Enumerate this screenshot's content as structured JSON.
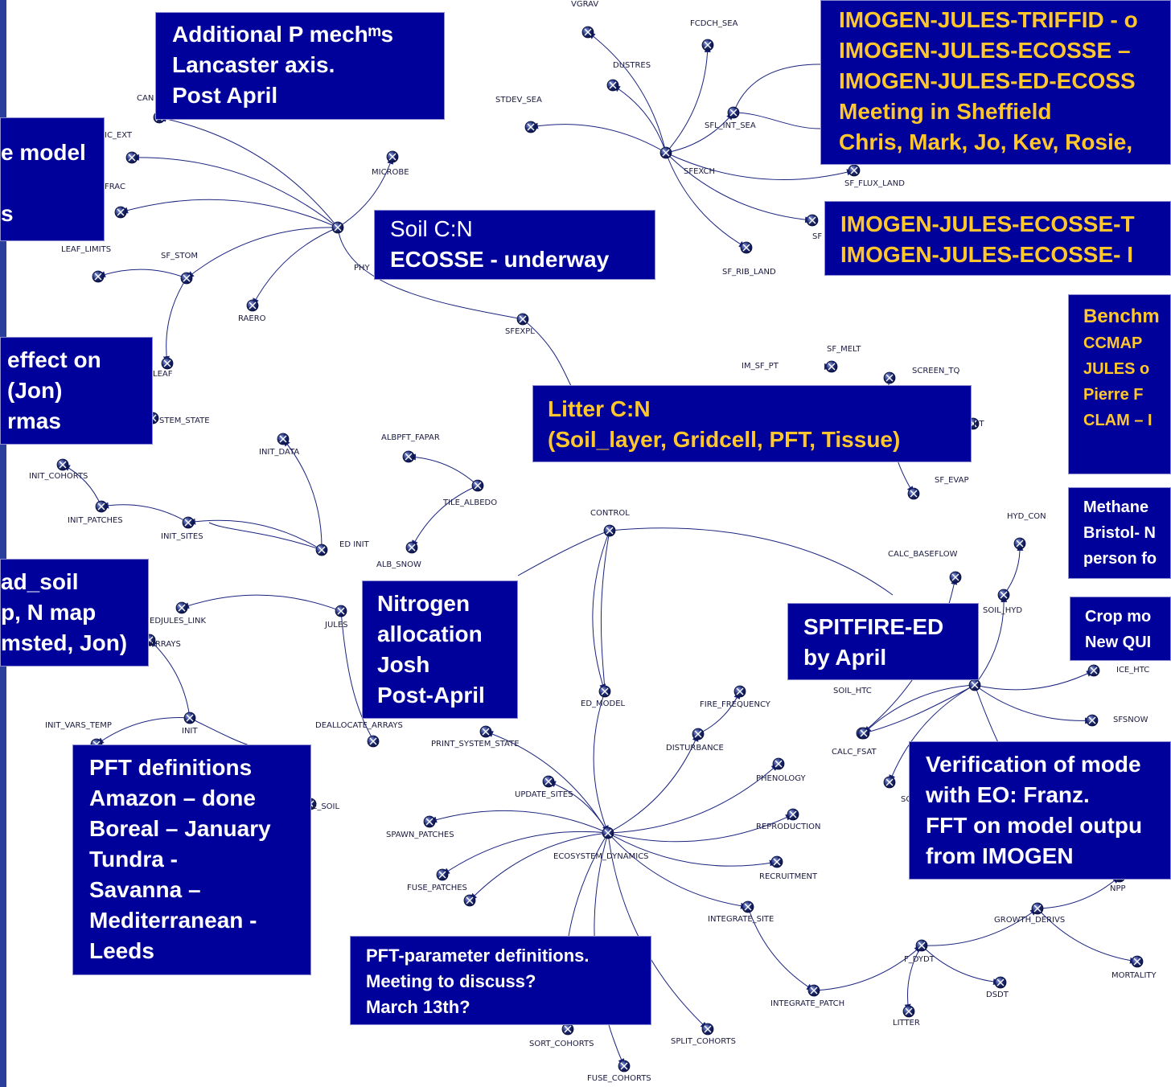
{
  "nodes": [
    {
      "id": "vgrav",
      "label": "VGRAV"
    },
    {
      "id": "fcdch_sea",
      "label": "FCDCH_SEA"
    },
    {
      "id": "dustres",
      "label": "DUSTRES"
    },
    {
      "id": "stdev_sea",
      "label": "STDEV_SEA"
    },
    {
      "id": "sfl_int_sea",
      "label": "SFL_INT_SEA"
    },
    {
      "id": "sfexch",
      "label": "SFEXCH"
    },
    {
      "id": "sf_flux_land",
      "label": "SF_FLUX_LAND"
    },
    {
      "id": "sf_rib_land",
      "label": "SF_RIB_LAND"
    },
    {
      "id": "sfexpl",
      "label": "SFEXPL"
    },
    {
      "id": "microbe",
      "label": "MICROBE"
    },
    {
      "id": "phy",
      "label": "PHY"
    },
    {
      "id": "raero",
      "label": "RAERO"
    },
    {
      "id": "leaf_limits",
      "label": "LEAF_LIMITS"
    },
    {
      "id": "stom",
      "label": "SF_STOM"
    },
    {
      "id": "ic_ext",
      "label": "IC_EXT"
    },
    {
      "id": "frac",
      "label": "FRAC"
    },
    {
      "id": "can",
      "label": "CAN"
    },
    {
      "id": "leaf",
      "label": "LEAF"
    },
    {
      "id": "stem_state",
      "label": "STEM_STATE"
    },
    {
      "id": "init_data",
      "label": "INIT_DATA"
    },
    {
      "id": "init_cohorts",
      "label": "INIT_COHORTS"
    },
    {
      "id": "init_patches",
      "label": "INIT_PATCHES"
    },
    {
      "id": "init_sites",
      "label": "INIT_SITES"
    },
    {
      "id": "ed_init",
      "label": "ED INIT"
    },
    {
      "id": "albpft_fapar",
      "label": "ALBPFT_FAPAR"
    },
    {
      "id": "tile_albedo",
      "label": "TILE_ALBEDO"
    },
    {
      "id": "alb_snow",
      "label": "ALB_SNOW"
    },
    {
      "id": "control",
      "label": "CONTROL"
    },
    {
      "id": "edjules_link",
      "label": "EDJULES_LINK"
    },
    {
      "id": "arrays",
      "label": "ARRAYS"
    },
    {
      "id": "jules",
      "label": "JULES"
    },
    {
      "id": "init_vars_temp",
      "label": "INIT_VARS_TEMP"
    },
    {
      "id": "init",
      "label": "INIT"
    },
    {
      "id": "e_soil",
      "label": "E_SOIL"
    },
    {
      "id": "deallocate_arrays",
      "label": "DEALLOCATE_ARRAYS"
    },
    {
      "id": "ed_model",
      "label": "ED_MODEL"
    },
    {
      "id": "print_system_state",
      "label": "PRINT_SYSTEM_STATE"
    },
    {
      "id": "fire_frequency",
      "label": "FIRE_FREQUENCY"
    },
    {
      "id": "disturbance",
      "label": "DISTURBANCE"
    },
    {
      "id": "phenology",
      "label": "PHENOLOGY"
    },
    {
      "id": "update_sites",
      "label": "UPDATE_SITES"
    },
    {
      "id": "spawn_patches",
      "label": "SPAWN_PATCHES"
    },
    {
      "id": "reproduction",
      "label": "REPRODUCTION"
    },
    {
      "id": "eco_dyn",
      "label": "ECOSYSTEM_DYNAMICS"
    },
    {
      "id": "recruitment",
      "label": "RECRUITMENT"
    },
    {
      "id": "fuse_patches",
      "label": "FUSE_PATCHES"
    },
    {
      "id": "eco_child1",
      "label": ""
    },
    {
      "id": "integrate_site",
      "label": "INTEGRATE_SITE"
    },
    {
      "id": "integrate_patch",
      "label": "INTEGRATE_PATCH"
    },
    {
      "id": "f_dydt",
      "label": "F_DYDT"
    },
    {
      "id": "growth_derivs",
      "label": "GROWTH_DERIVS"
    },
    {
      "id": "dsdt",
      "label": "DSDT"
    },
    {
      "id": "litter",
      "label": "LITTER"
    },
    {
      "id": "mortality",
      "label": "MORTALITY"
    },
    {
      "id": "npp",
      "label": "NPP"
    },
    {
      "id": "sort_cohorts",
      "label": "SORT_COHORTS"
    },
    {
      "id": "split_cohorts",
      "label": "SPLIT_COHORTS"
    },
    {
      "id": "fuse_cohorts",
      "label": "FUSE_COHORTS"
    },
    {
      "id": "sf_melt",
      "label": "SF_MELT"
    },
    {
      "id": "im_sf_pt",
      "label": "IM_SF_PT"
    },
    {
      "id": "screen_tq",
      "label": "SCREEN_TQ"
    },
    {
      "id": "sf_evap",
      "label": "SF_EVAP"
    },
    {
      "id": "ht",
      "label": "HT"
    },
    {
      "id": "hyd_con",
      "label": "HYD_CON"
    },
    {
      "id": "calc_baseflow",
      "label": "CALC_BASEFLOW"
    },
    {
      "id": "soil_hyd",
      "label": "SOIL_HYD"
    },
    {
      "id": "soil_htc",
      "label": "SOIL_HTC"
    },
    {
      "id": "ice_htc",
      "label": "ICE_HTC"
    },
    {
      "id": "sfsnow",
      "label": "SFSNOW"
    },
    {
      "id": "calc_fsat",
      "label": "CALC_FSAT"
    },
    {
      "id": "so",
      "label": "SO"
    },
    {
      "id": "hydrol",
      "label": ""
    },
    {
      "id": "sf_imp",
      "label": "SF"
    }
  ],
  "boxes": {
    "b_pmech": [
      "Additional P mechᵐs",
      "Lancaster axis.",
      "Post April"
    ],
    "b_imogen1": [
      "IMOGEN-JULES-TRIFFID - o",
      "IMOGEN-JULES-ECOSSE –",
      "IMOGEN-JULES-ED-ECOSS",
      "Meeting in Sheffield",
      "Chris, Mark, Jo, Kev, Rosie,"
    ],
    "b_emodel": [
      "e model",
      "",
      "s"
    ],
    "b_soilcn": [
      "Soil C:N",
      "ECOSSE - underway"
    ],
    "b_imogen2": [
      "IMOGEN-JULES-ECOSSE-T",
      "IMOGEN-JULES-ECOSSE- I"
    ],
    "b_effect": [
      "effect on",
      "(Jon)",
      "rmas"
    ],
    "b_bench": [
      "Benchm",
      "CCMAP",
      "JULES o",
      "Pierre F",
      "CLAM – I"
    ],
    "b_litter": [
      "Litter C:N",
      "(Soil_layer, Gridcell, PFT, Tissue)"
    ],
    "b_methane": [
      "Methane",
      "Bristol- N",
      "person fo"
    ],
    "b_adsoil": [
      "ad_soil",
      "p, N map",
      "msted, Jon)"
    ],
    "b_nalloc": [
      "Nitrogen",
      "allocation",
      "Josh",
      "Post-April"
    ],
    "b_spitfire": [
      "SPITFIRE-ED",
      "by April"
    ],
    "b_crop": [
      "Crop mo",
      "New QUI"
    ],
    "b_pftdef": [
      "PFT definitions",
      "Amazon – done",
      "Boreal – January",
      "Tundra -",
      "Savanna –",
      "Mediterranean -",
      "Leeds"
    ],
    "b_verif": [
      "Verification of mode",
      "with EO: Franz.",
      "FFT on model outpu",
      "from IMOGEN"
    ],
    "b_pftparam": [
      "PFT-parameter definitions.",
      "Meeting to discuss?",
      "March 13th?"
    ]
  },
  "colors": {
    "box_bg": "#00009a",
    "highlight_text": "#ffc72c",
    "node": "#1c2a6e",
    "edge": "#1a237e"
  }
}
